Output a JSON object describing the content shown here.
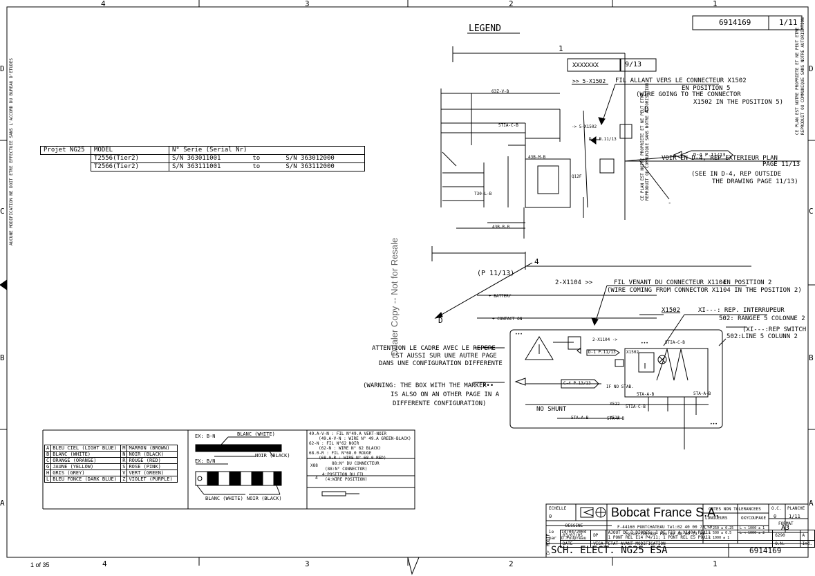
{
  "frame": {
    "top_numbers": [
      "4",
      "3",
      "2",
      "1"
    ],
    "bottom_numbers": [
      "4",
      "3",
      "2",
      "1"
    ],
    "left_letters": [
      "D",
      "C",
      "B",
      "A"
    ],
    "right_letters": [
      "D",
      "C",
      "B",
      "A"
    ],
    "page_counter": "1 of 35",
    "left_margin_text": "AUCUNE MODIFICATION NE DOIT ETRE EFFECTUEE SANS L'ACCORD DU BUREAU D'ETUDES",
    "right_margin_line1": "CE PLAN EST NOTRE PROPRIETE ET NE PEUT ETRE",
    "right_margin_line2": "REPRODUIT OU COMMUNIQUE SANS NOTRE AUTORISATION"
  },
  "header": {
    "doc_number": "6914169",
    "sheet": "1/11"
  },
  "legend": {
    "title": "LEGEND",
    "sheet_num": "1",
    "box_code": "XXXXXXX",
    "box_page": "9/13",
    "ref_wire": ">> 5-X1502",
    "fil_allant": "FIL ALLANT VERS LE CONNECTEUR X1502",
    "en_position": "EN POSITION 5",
    "wire_going": "(WIRE GOING TO THE CONNECTOR",
    "wire_pos": "X1502 IN THE POSITION 5)",
    "d_label": "D",
    "d4_tag": "D-4 P.11/13",
    "voir": "VOIR EN D-4, REP EXTERIEUR PLAN",
    "page_11": "PAGE 11/13",
    "see_in": "(SEE IN D-4, REP OUTSIDE",
    "the_drawing": "THE DRAWING PAGE 11/13)",
    "dash": "-",
    "vertical_note_1": "CE PLAN EST NOTRE PROPRIETE ET NE PEUT ETRE",
    "vertical_note_2": "REPRODUIT OU COMMUNIQUE SANS NOTRE AUTORISATION",
    "mini_labels": [
      "63Z-V-B",
      "5TIA-C-B",
      "-> 5-X1502",
      "D-4 P.11/13",
      "43B-M-B",
      "43B-R-B",
      "T30-L-B",
      "Q12F"
    ]
  },
  "project_table": {
    "headers": [
      "Projet NG25",
      "MODEL",
      "N° Serie (Serial Nr)",
      "",
      ""
    ],
    "rows": [
      [
        "",
        "T2556(Tier2)",
        "S/N 363011001",
        "to",
        "S/N 363012000"
      ],
      [
        "",
        "T2566(Tier2)",
        "S/N 363111001",
        "to",
        "S/N 363112000"
      ]
    ]
  },
  "lower": {
    "num4": "4",
    "p_ref": "(P 11/13)",
    "d_label": "D",
    "wire_from": "2-X1104 >>",
    "fil_venant": "FIL VENANT DU CONNECTEUR X1104",
    "en_pos2": "EN POSITION 2",
    "wire_coming": "(WIRE COMING FROM CONNECTOR X1104 IN THE POSITION 2)",
    "battery": "+ BATTERY",
    "contact_on": "+ CONTACT ON",
    "x1502": "X1502",
    "xi_rep": "XI---: REP. INTERRUPEUR",
    "rangee": "502: RANGEE 5 COLONNE 2",
    "xi_switch": "(XI---:REP SWITCH",
    "line5": "502:LINE 5 COLUNN 2",
    "attention1": "ATTENTION LE CADRE AVEC LE REPERE",
    "attention2": "EST AUSSI SUR UNE AUTRE PAGE",
    "attention3": "DANS UNE CONFIGURATION DIFFERENTE",
    "warning1": "(WARNING: THE BOX WITH THE MARKER",
    "warning2": "IS ALSO ON AN OTHER PAGE IN A",
    "warning3": "DIFFERENTE CONFIGURATION)",
    "dots": "•••",
    "if_no_stab": "IF NO STAB.",
    "no_shunt": "NO SHUNT",
    "tag_dx": "D-1 P.11/13",
    "tag_c4": "C-4 P.13/13",
    "box_labels": [
      "2-X1104 ->",
      "5TIA-C-B",
      "X1502",
      "5TIA-C-B",
      "X522",
      "X522",
      "5TA-A-B",
      "5TA-A-B",
      "5TA-A-B",
      "5TA-A-B"
    ],
    "watermark": "Dealer Copy -- Not for Resale"
  },
  "color_table": {
    "rows": [
      [
        "A",
        "BLEU CIEL (LIGHT BLUE)",
        "M",
        "MARRON (BROWN)"
      ],
      [
        "B",
        "BLANC (WHITE)",
        "N",
        "NOIR (BLACK)"
      ],
      [
        "C",
        "ORANGE (ORANGE)",
        "R",
        "ROUGE (RED)"
      ],
      [
        "G",
        "JAUNE (YELLOW)",
        "S",
        "ROSE (PINK)"
      ],
      [
        "H",
        "GRIS (GREY)",
        "V",
        "VERT (GREEN)"
      ],
      [
        "L",
        "BLEU FONCE (DARK BLUE)",
        "Z",
        "VIOLET (PURPLE)"
      ]
    ]
  },
  "wire_example": {
    "ex1": "EX: B-N",
    "blanc1": "BLANC (WHITE)",
    "noir1": "NOIR (BLACK)",
    "ex2": "EX: B/N",
    "blanc2": "BLANC (WHITE)",
    "noir2": "NOIR (BLACK)"
  },
  "wire_notes": {
    "lines": [
      "49.A-V-N : FIL N°49.A VERT-NOIR",
      "(49.A-V-N : WIRE N° 49.A GREEN-BLACK)",
      "62-N : FIL N°62 NOIR",
      "(62-N : WIRE N° 62 BLACK)",
      "68.0-R : FIL N°68.0 ROUGE",
      "(68.0-R : WIRE N° 68.0 RED)"
    ],
    "conn1": "88:N° DU CONNECTEUR",
    "conn2": "(88:N° CONNECTOR)",
    "x88": "X88",
    "four": "4",
    "pos1": "4:POSITION DU FIL",
    "pos2": "(4:WIRE POSITION)"
  },
  "revision": {
    "row": [
      "03/02/05",
      "DP",
      "AJOUT DE 3 DIODES: 1 DE F13 A X1404 P5/11",
      "6290",
      "A"
    ],
    "row2": "1 PONT REL E14 P4/11; 1 PONT REL E5 P9/11",
    "headers": [
      "DATE",
      "VISA",
      "ETAT AVANT MODIFICATION",
      "O.N.",
      "Ind."
    ],
    "modif": "MODIF.",
    "delta": "△"
  },
  "title_block": {
    "echelle": "ECHELLE",
    "echelle_val": "0",
    "dessine": "DESSINE",
    "le": "le",
    "date": "14/04/2004",
    "par": "par",
    "author": "D.Pouyreau",
    "company": "Bobcat France S.A.",
    "address": "F-44160 PONTCHATEAU Tel:02 40 00 73 50",
    "telex": "Telex:710788F Fax:02 40 00 73 60",
    "cotes": "COTES NON TOLERANCEES",
    "longueurs": "LONGUEURS",
    "oxycoupage": "OXYCOUPAGE",
    "tol1": "L < 250 ± 0.25",
    "tol2": "L < 500 ± 0.5",
    "tol3": "L < 1000 ± 1",
    "tol4": "L < 1000 ± 1",
    "tol5": "L < 1000 ± 2",
    "oc": "O.C.",
    "oc_val": "0",
    "planche": "PLANCHE",
    "planche_val": "1/11",
    "format": "FORMAT",
    "format_val": "A3",
    "title": "SCH. ELECT. NG25 ESA",
    "number": "6914169"
  }
}
